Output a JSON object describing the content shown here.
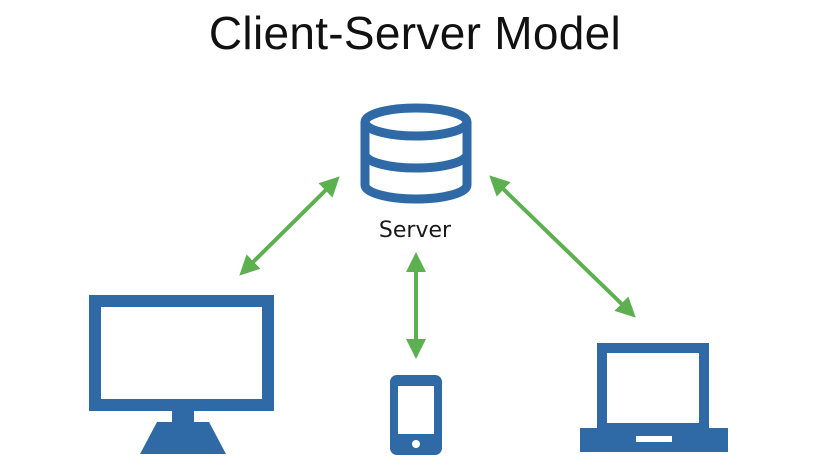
{
  "title": "Client-Server Model",
  "server": {
    "label": "Server",
    "icon": "database-icon"
  },
  "clients": [
    {
      "name": "desktop-computer",
      "icon": "monitor-icon"
    },
    {
      "name": "mobile-phone",
      "icon": "smartphone-icon"
    },
    {
      "name": "laptop-computer",
      "icon": "laptop-icon"
    }
  ],
  "colors": {
    "device": "#2f6aa6",
    "arrow": "#5cb04f",
    "text": "#111111"
  }
}
